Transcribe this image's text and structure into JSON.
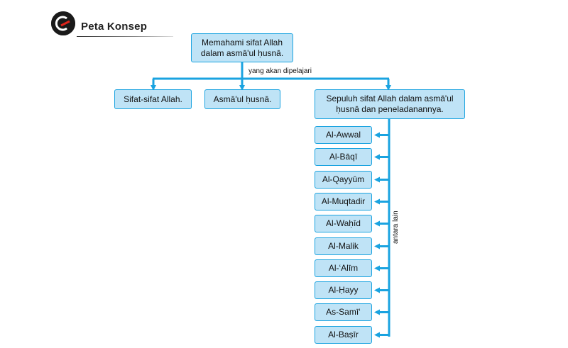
{
  "header": {
    "title": "Peta Konsep"
  },
  "diagram": {
    "root": "Memahami sifat Allah dalam asmā'ul ḥusnā.",
    "connector_label": "yang akan dipelajari",
    "branches": [
      "Sifat-sifat Allah.",
      "Asmā'ul ḥusnā.",
      "Sepuluh sifat Allah dalam asmā'ul ḥusnā dan peneladanannya."
    ],
    "side_label": "antara lain",
    "names": [
      "Al-Awwal",
      "Al-Bāqī",
      "Al-Qayyūm",
      "Al-Muqtadir",
      "Al-Waḥīd",
      "Al-Malik",
      "Al-‘Alīm",
      "Al-Ḥayy",
      "As-Samī‘",
      "Al-Baṣīr"
    ]
  },
  "colors": {
    "line": "#1aa3e0",
    "box_fill": "#bfe3f6",
    "box_border": "#1aa3e0"
  }
}
